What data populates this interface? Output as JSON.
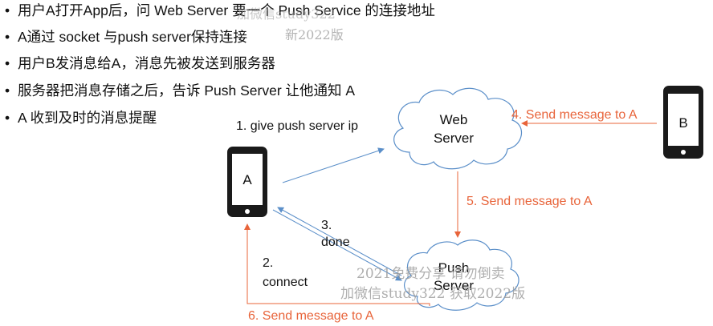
{
  "bullets": [
    "用户A打开App后，问 Web Server 要一个 Push Service 的连接地址",
    "A通过 socket 与push server保持连接",
    "用户B发消息给A，消息先被发送到服务器",
    "服务器把消息存储之后，告诉 Push Server 让他通知 A",
    "A 收到及时的消息提醒"
  ],
  "bullet_symbol": "•",
  "nodes": {
    "phone_a": "A",
    "phone_b": "B",
    "web_server_line1": "Web",
    "web_server_line2": "Server",
    "push_server_line1": "Push",
    "push_server_line2": "Server"
  },
  "edges": {
    "step1": "1. give push server ip",
    "step2_line1": "2.",
    "step2_line2": "connect",
    "step3_line1": "3.",
    "step3_line2": "done",
    "step4": "4. Send message to A",
    "step5": "5. Send message to A",
    "step6": "6. Send message to A"
  },
  "watermarks": {
    "top_line1": "加微信study322",
    "top_line2": "新2022版",
    "bottom_line1": "2021免费分享 请勿倒卖",
    "bottom_line2": "加微信study322 获取2022版"
  },
  "colors": {
    "accent_orange": "#e8643a",
    "arrow_blue": "#5b8fc9",
    "phone_body": "#1a1a1a",
    "cloud_stroke": "#5b8fc9",
    "watermark": "#9a9a9a"
  }
}
